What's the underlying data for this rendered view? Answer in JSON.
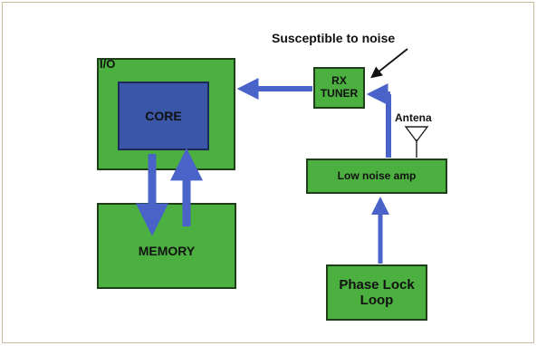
{
  "colors": {
    "block_fill": "#4cb040",
    "core_fill": "#3a56a6",
    "arrow": "#4a63c8",
    "frame": "#c9b99a"
  },
  "diagram": {
    "io_label": "I/O",
    "core_label": "CORE",
    "memory_label": "MEMORY",
    "rx_tuner_line1": "RX",
    "rx_tuner_line2": "TUNER",
    "antenna_label": "Antena",
    "lna_label": "Low noise amp",
    "pll_line1": "Phase Lock",
    "pll_line2": "Loop",
    "noise_annotation": "Susceptible to noise"
  }
}
